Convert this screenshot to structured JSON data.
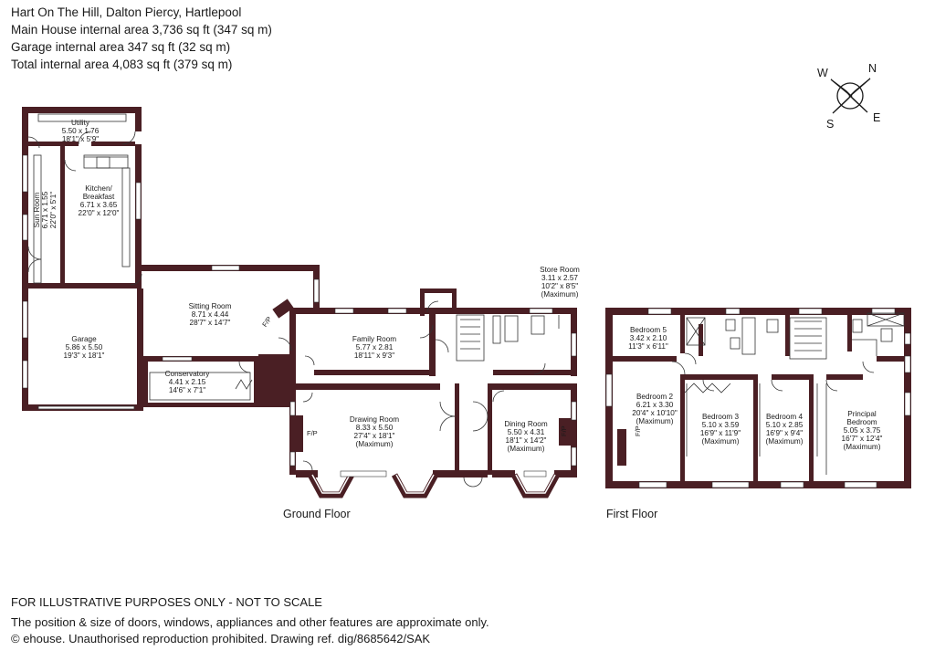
{
  "header": {
    "title": "Hart On The Hill, Dalton Piercy, Hartlepool",
    "main_area": "Main House internal area 3,736 sq ft (347 sq m)",
    "garage_area": "Garage internal area 347 sq ft (32 sq m)",
    "total_area": "Total internal area 4,083 sq ft (379 sq m)"
  },
  "compass": {
    "n": "N",
    "e": "E",
    "s": "S",
    "w": "W"
  },
  "floors": {
    "ground": "Ground Floor",
    "first": "First Floor"
  },
  "fp_label": "F/P",
  "rooms": {
    "utility": [
      "Utility",
      "5.50 x 1.76",
      "18'1\" x 5'9\""
    ],
    "kitchen": [
      "Kitchen/",
      "Breakfast",
      "6.71 x 3.65",
      "22'0\" x 12'0\""
    ],
    "sunroom": [
      "Sun Room",
      "6.71 x 1.55",
      "22'0\" x 5'1\""
    ],
    "garage": [
      "Garage",
      "5.86 x 5.50",
      "19'3\" x 18'1\""
    ],
    "sitting": [
      "Sitting Room",
      "8.71 x 4.44",
      "28'7\" x 14'7\""
    ],
    "conservatory": [
      "Conservatory",
      "4.41 x 2.15",
      "14'6\" x 7'1\""
    ],
    "family": [
      "Family Room",
      "5.77 x 2.81",
      "18'11\" x 9'3\""
    ],
    "store": [
      "Store Room",
      "3.11 x 2.57",
      "10'2\" x 8'5\"",
      "(Maximum)"
    ],
    "drawing": [
      "Drawing Room",
      "8.33 x 5.50",
      "27'4\" x 18'1\"",
      "(Maximum)"
    ],
    "dining": [
      "Dining Room",
      "5.50 x 4.31",
      "18'1\" x 14'2\"",
      "(Maximum)"
    ],
    "bedroom5": [
      "Bedroom 5",
      "3.42 x 2.10",
      "11'3\" x 6'11\""
    ],
    "bedroom2": [
      "Bedroom 2",
      "6.21 x 3.30",
      "20'4\" x 10'10\"",
      "(Maximum)"
    ],
    "bedroom3": [
      "Bedroom 3",
      "5.10 x 3.59",
      "16'9\" x 11'9\"",
      "(Maximum)"
    ],
    "bedroom4": [
      "Bedroom 4",
      "5.10 x 2.85",
      "16'9\" x 9'4\"",
      "(Maximum)"
    ],
    "principal": [
      "Principal",
      "Bedroom",
      "5.05 x 3.75",
      "16'7\" x 12'4\"",
      "(Maximum)"
    ]
  },
  "footer": {
    "disclaimer": "FOR ILLUSTRATIVE PURPOSES ONLY - NOT TO SCALE",
    "note": "The position & size of doors, windows, appliances and other features are approximate only.",
    "copyright": "© ehouse. Unauthorised reproduction prohibited. Drawing ref. dig/8685642/SAK"
  },
  "colors": {
    "wall": "#4a1f24",
    "line": "#333333"
  }
}
